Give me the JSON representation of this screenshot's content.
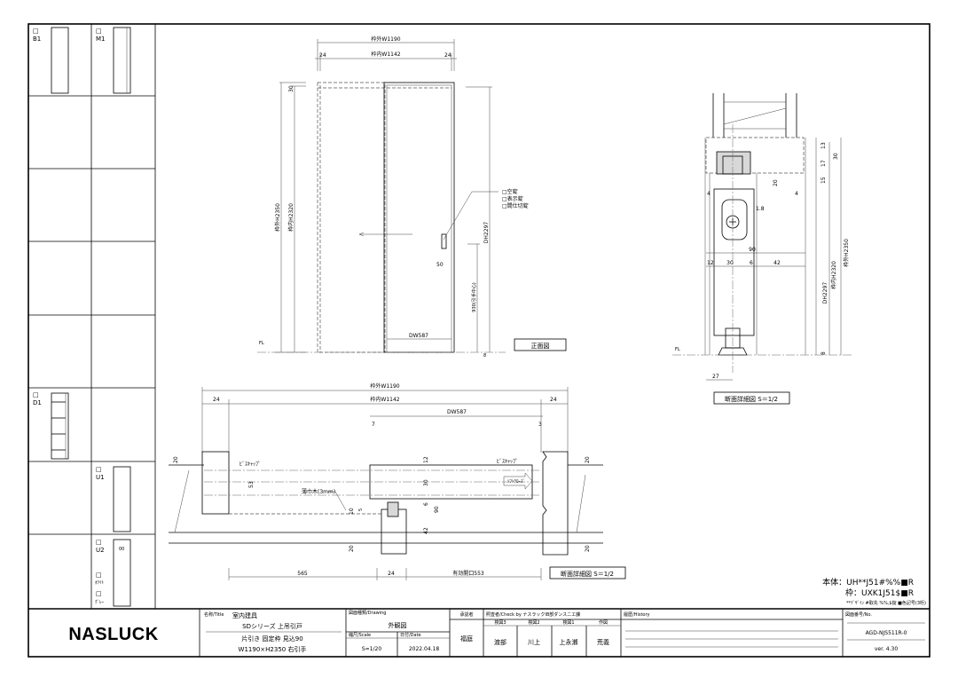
{
  "sidebar": {
    "cells": [
      {
        "checkbox": "□",
        "code": "B1"
      },
      {
        "checkbox": "□",
        "code": "M1"
      },
      {
        "checkbox": "□",
        "code": "D1"
      },
      {
        "checkbox": "□",
        "code": "U1"
      },
      {
        "checkbox": "□",
        "code": "U2",
        "mark": "00"
      }
    ],
    "colors": [
      {
        "checkbox": "□",
        "label": "ﾎﾜｲﾄ"
      },
      {
        "checkbox": "□",
        "label": "ｸﾞﾚｰ"
      }
    ]
  },
  "front_view": {
    "frame_outer_w": "枠外W1190",
    "frame_inner_w": "枠内W1142",
    "side_left": "24",
    "side_right": "24",
    "top_30": "30",
    "frame_outer_h": "枠外H2350",
    "frame_inner_h": "枠内H2320",
    "dh": "DH2297",
    "handle_height": "930(引手中心)",
    "handle_50": "50",
    "dw": "DW587",
    "bottom_8": "8",
    "lock_options": [
      "□空錠",
      "□表示錠",
      "□間仕切錠"
    ],
    "title": "正面図",
    "fl": "FL"
  },
  "section_view": {
    "dims": {
      "d13": "13",
      "d17": "17",
      "d30": "30",
      "d15": "15",
      "d20": "20",
      "d4l": "4",
      "d4r": "4",
      "d18": "1.8",
      "d90": "90",
      "d12": "12",
      "d30b": "30",
      "d6": "6",
      "d42": "42",
      "d8": "8",
      "d27": "27"
    },
    "dh": "DH2297",
    "inner_h": "枠内H2320",
    "outer_h": "枠外H2350",
    "fl": "FL",
    "title": "断面詳細図 S＝1/2"
  },
  "plan_view": {
    "frame_outer_w": "枠外W1190",
    "frame_inner_w": "枠内W1142",
    "d24l": "24",
    "d24r": "24",
    "dw": "DW587",
    "d7": "7",
    "d3": "3",
    "screw_cap_l": "ﾋﾞｽｷｬｯﾌﾟ",
    "screw_cap_r": "ﾋﾞｽｷｬｯﾌﾟ",
    "soft_close": "ｿﾌﾄｸﾛｰｽﾞ",
    "baseboard": "薄巾木(3mm)",
    "d20a": "20",
    "d53": "53",
    "d10": "10",
    "d5": "5",
    "d20b": "20",
    "d12": "12",
    "d30": "30",
    "d6": "6",
    "d90": "90",
    "d42": "42",
    "d20c": "20",
    "d20d": "20",
    "b565": "565",
    "b24": "24",
    "opening": "有効開口553",
    "title": "断面詳細図 S＝1/2"
  },
  "spec": {
    "body": "本体：UH**J51#%%■R",
    "frame": "枠：UXK1J51$■R",
    "legend": "**ﾃﾞｻﾞｲﾝ #取先 %%,$錠 ■色記号(3桁)"
  },
  "title_block": {
    "logo": "NASLUCK",
    "title_label": "名称/Title",
    "title_main": "室内建具",
    "series": "SDシリーズ 上吊引戸",
    "desc1": "片引き 固定枠 見込90",
    "desc2": "W1190×H2350 右引手",
    "drawing_label": "図面種類/Drawing",
    "drawing": "外観図",
    "scale_label": "縮尺/Scale",
    "scale": "S=1/20",
    "date_label": "日付/Date",
    "date": "2022.04.18",
    "approve_label": "承認者",
    "approver": "福庭",
    "check_label": "照査者/Check by ナスラックIB部ダンスニエ課",
    "check_roles": [
      "検図3",
      "検図2",
      "検図1",
      "作図"
    ],
    "checkers": [
      "渡部",
      "川上",
      "上永瀬",
      "荒義"
    ],
    "history_label": "履歴/History",
    "no_label": "図面番号/No.",
    "number": "AGD-NJS511R-0",
    "version": "ver. 4.30"
  }
}
